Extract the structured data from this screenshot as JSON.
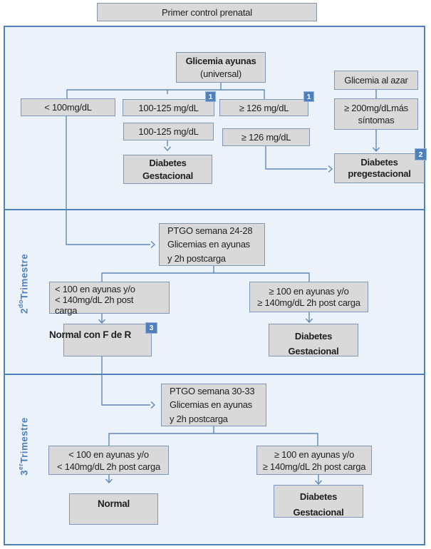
{
  "title": "Primer control prenatal",
  "labels": {
    "s2": {
      "num": "2",
      "sup": "do",
      "word": "Trimestre"
    },
    "s3": {
      "num": "3",
      "sup": "er",
      "word": "Trimestre"
    }
  },
  "boxes": {
    "glicemia_ayunas": {
      "line1": "Glicemia ayunas",
      "line2": "(universal)"
    },
    "glicemia_azar": {
      "line1": "Glicemia al azar"
    },
    "lt100": {
      "line1": "< 100mg/dL"
    },
    "r100_125_a": {
      "line1": "100-125 mg/dL"
    },
    "ge126_a": {
      "line1": "≥ 126 mg/dL"
    },
    "ge200": {
      "line1": "≥ 200mg/dLmás",
      "line2": "síntomas"
    },
    "r100_125_b": {
      "line1": "100-125 mg/dL"
    },
    "ge126_b": {
      "line1": "≥ 126 mg/dL"
    },
    "dg1": {
      "line1": "Diabetes",
      "line2": "Gestacional"
    },
    "dpg": {
      "line1": "Diabetes",
      "line2": "pregestacional"
    },
    "ptgo24": {
      "line1": "PTGO semana 24-28",
      "line2": "Glicemias en ayunas",
      "line3": "y 2h postcarga"
    },
    "crit2_left": {
      "line1": "< 100  en ayunas y/o",
      "line2": "< 140mg/dL 2h post",
      "line3": "carga"
    },
    "crit2_right": {
      "line1": "≥ 100 en ayunas y/o",
      "line2": "≥ 140mg/dL 2h post carga"
    },
    "normal_fdr": {
      "line1": "Normal con F de R"
    },
    "dg2": {
      "line1": "Diabetes",
      "line2": "Gestacional"
    },
    "ptgo30": {
      "line1": "PTGO semana 30-33",
      "line2": "Glicemias en ayunas",
      "line3": "y 2h postcarga"
    },
    "crit3_left": {
      "line1": "< 100 en ayunas y/o",
      "line2": "< 140mg/dL 2h post carga"
    },
    "crit3_right": {
      "line1": "≥ 100 en ayunas y/o",
      "line2": "≥ 140mg/dL 2h post carga"
    },
    "normal": {
      "line1": "Normal"
    },
    "dg3": {
      "line1": "Diabetes",
      "line2": "Gestacional"
    }
  },
  "badges": {
    "b1a": "1",
    "b1b": "1",
    "b2": "2",
    "b3": "3"
  },
  "colors": {
    "panel_background": "#ecf2f9",
    "panel_border": "#4f81bd",
    "node_fill": "#d9d9d9",
    "node_border": "#7e97b8",
    "connector": "#5e88b8",
    "badge_fill": "#4e80bc",
    "badge_text": "#ffffff",
    "side_label_text": "#4f81bd"
  }
}
